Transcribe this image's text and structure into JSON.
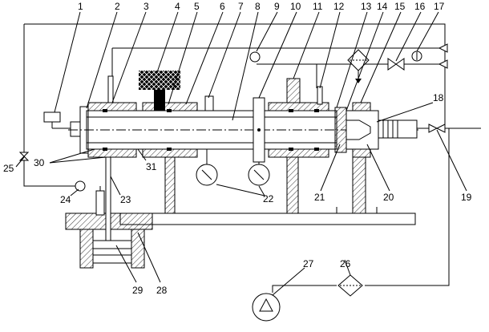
{
  "diagram": {
    "labels": {
      "l1": "1",
      "l2": "2",
      "l3": "3",
      "l4": "4",
      "l5": "5",
      "l6": "6",
      "l7": "7",
      "l8": "8",
      "l9": "9",
      "l10": "10",
      "l11": "11",
      "l12": "12",
      "l13": "13",
      "l14": "14",
      "l15": "15",
      "l16": "16",
      "l17": "17",
      "l18": "18",
      "l19": "19",
      "l20": "20",
      "l21": "21",
      "l22": "22",
      "l23": "23",
      "l24": "24",
      "l25": "25",
      "l26": "26",
      "l27": "27",
      "l28": "28",
      "l29": "29",
      "l30": "30",
      "l31": "31"
    }
  }
}
